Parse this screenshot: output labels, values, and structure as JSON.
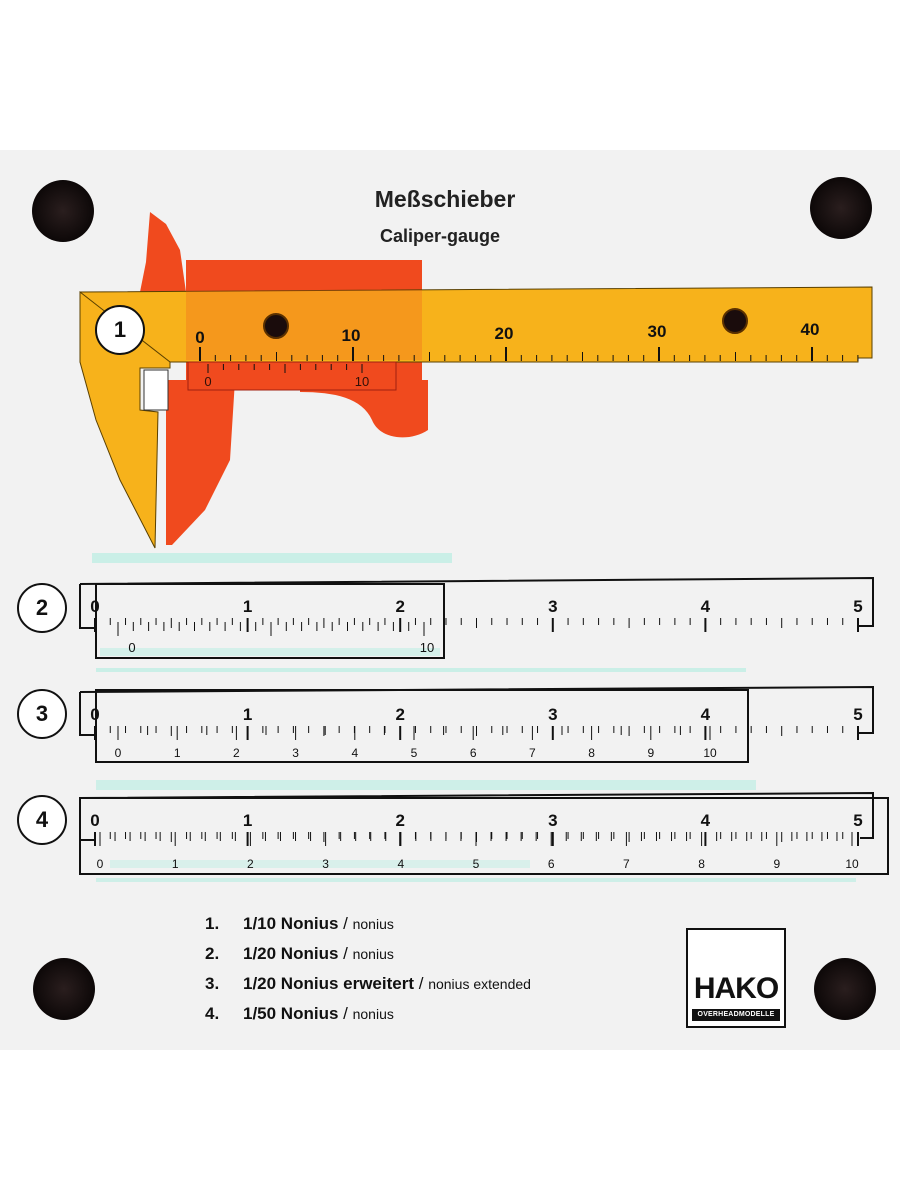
{
  "title": {
    "de": "Meßschieber",
    "en": "Caliper-gauge"
  },
  "diagram_numbers": [
    "1",
    "2",
    "3",
    "4"
  ],
  "main_scale_labels_caliper": [
    "0",
    "10",
    "20",
    "30",
    "40"
  ],
  "vernier_labels_caliper": [
    "0",
    "10"
  ],
  "main_scale_labels_strip": [
    "0",
    "1",
    "2",
    "3",
    "4",
    "5"
  ],
  "vernier_labels_2": [
    "0",
    "10"
  ],
  "vernier_labels_3": [
    "0",
    "1",
    "2",
    "3",
    "4",
    "5",
    "6",
    "7",
    "8",
    "9",
    "10"
  ],
  "vernier_labels_4": [
    "0",
    "1",
    "2",
    "3",
    "4",
    "5",
    "6",
    "7",
    "8",
    "9",
    "10"
  ],
  "legend": [
    {
      "num": "1.",
      "main": "1/10 Nonius",
      "sep": " / ",
      "sub": "nonius"
    },
    {
      "num": "2.",
      "main": "1/20 Nonius",
      "sep": " / ",
      "sub": "nonius"
    },
    {
      "num": "3.",
      "main": "1/20 Nonius erweitert",
      "sep": " / ",
      "sub": "nonius extended"
    },
    {
      "num": "4.",
      "main": "1/50 Nonius",
      "sep": " / ",
      "sub": "nonius"
    }
  ],
  "logo": {
    "word": "HAKO",
    "sub": "OVERHEADMODELLE"
  },
  "colors": {
    "caliper_main": "#f7b21b",
    "caliper_slider": "#f04a1e",
    "plate": "#f2f2f2",
    "ink": "#111111",
    "cyan_trace": "#bfeee4"
  }
}
